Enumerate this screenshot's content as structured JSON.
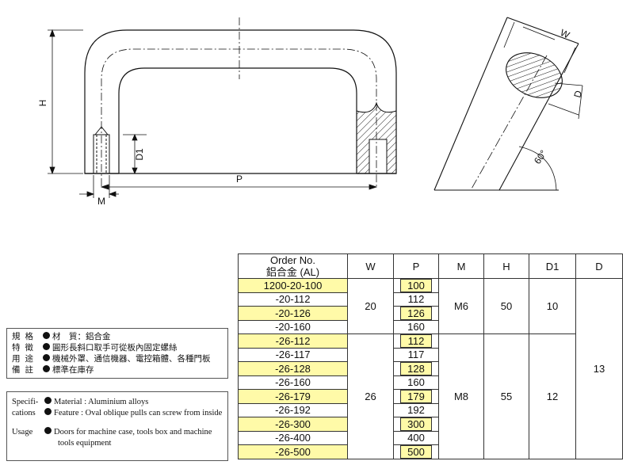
{
  "drawing": {
    "labels": {
      "H": "H",
      "D1": "D1",
      "M": "M",
      "P": "P",
      "W": "W",
      "D": "D",
      "angle": "60°"
    }
  },
  "spec_zh": [
    {
      "key": "規格",
      "value": "材　質：鋁合金"
    },
    {
      "key": "特徵",
      "value": "圓形長斜口取手可從板內固定螺絲"
    },
    {
      "key": "用途",
      "value": "機械外罩、通信機器、電控箱體、各種門板"
    },
    {
      "key": "備註",
      "value": "標準在庫存"
    }
  ],
  "spec_en": {
    "spec_key_1": "Specifi-",
    "spec_key_2": "cations",
    "material": "Material  : Aluminium alloys",
    "feature": "Feature : Oval oblique pulls can screw from inside",
    "usage_key": "Usage",
    "usage_1": "Doors for machine case, tools box and machine",
    "usage_2": "tools equipment"
  },
  "table": {
    "headers": {
      "order": "Order No.",
      "order_sub": "鋁合金 (AL)",
      "W": "W",
      "P": "P",
      "M": "M",
      "H": "H",
      "D1": "D1",
      "D": "D"
    },
    "rows": [
      {
        "order": "1200-20-100",
        "P": "100",
        "hl": true
      },
      {
        "order": "-20-112",
        "P": "112",
        "hl": false
      },
      {
        "order": "-20-126",
        "P": "126",
        "hl": true
      },
      {
        "order": "-20-160",
        "P": "160",
        "hl": false
      },
      {
        "order": "-26-112",
        "P": "112",
        "hl": true
      },
      {
        "order": "-26-117",
        "P": "117",
        "hl": false
      },
      {
        "order": "-26-128",
        "P": "128",
        "hl": true
      },
      {
        "order": "-26-160",
        "P": "160",
        "hl": false
      },
      {
        "order": "-26-179",
        "P": "179",
        "hl": true
      },
      {
        "order": "-26-192",
        "P": "192",
        "hl": false
      },
      {
        "order": "-26-300",
        "P": "300",
        "hl": true
      },
      {
        "order": "-26-400",
        "P": "400",
        "hl": false
      },
      {
        "order": "-26-500",
        "P": "500",
        "hl": true
      }
    ],
    "group1": {
      "W": "20",
      "M": "M6",
      "H": "50",
      "D1": "10"
    },
    "group2": {
      "W": "26",
      "M": "M8",
      "H": "55",
      "D1": "12"
    },
    "D": "13"
  }
}
